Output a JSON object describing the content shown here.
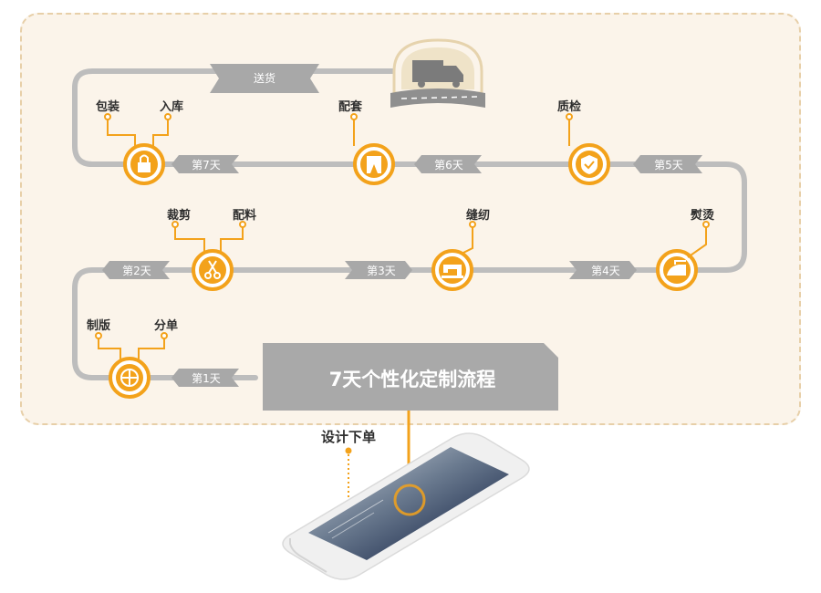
{
  "title": "7天个性化定制流程",
  "design_label": "设计下单",
  "delivery_label": "送货",
  "days": {
    "d1": "第1天",
    "d2": "第2天",
    "d3": "第3天",
    "d4": "第4天",
    "d5": "第5天",
    "d6": "第6天",
    "d7": "第7天"
  },
  "steps": {
    "plate": "制版",
    "split": "分单",
    "cut": "裁剪",
    "material": "配料",
    "sew": "缝纫",
    "iron": "熨烫",
    "qc": "质检",
    "accessory": "配套",
    "pack": "包装",
    "storage": "入库"
  },
  "colors": {
    "accent": "#f3a21b",
    "track": "#bdbdbd",
    "tag": "#a8a8a8",
    "title_bg": "#a9a9a9",
    "panel": "#fbf4ea"
  }
}
